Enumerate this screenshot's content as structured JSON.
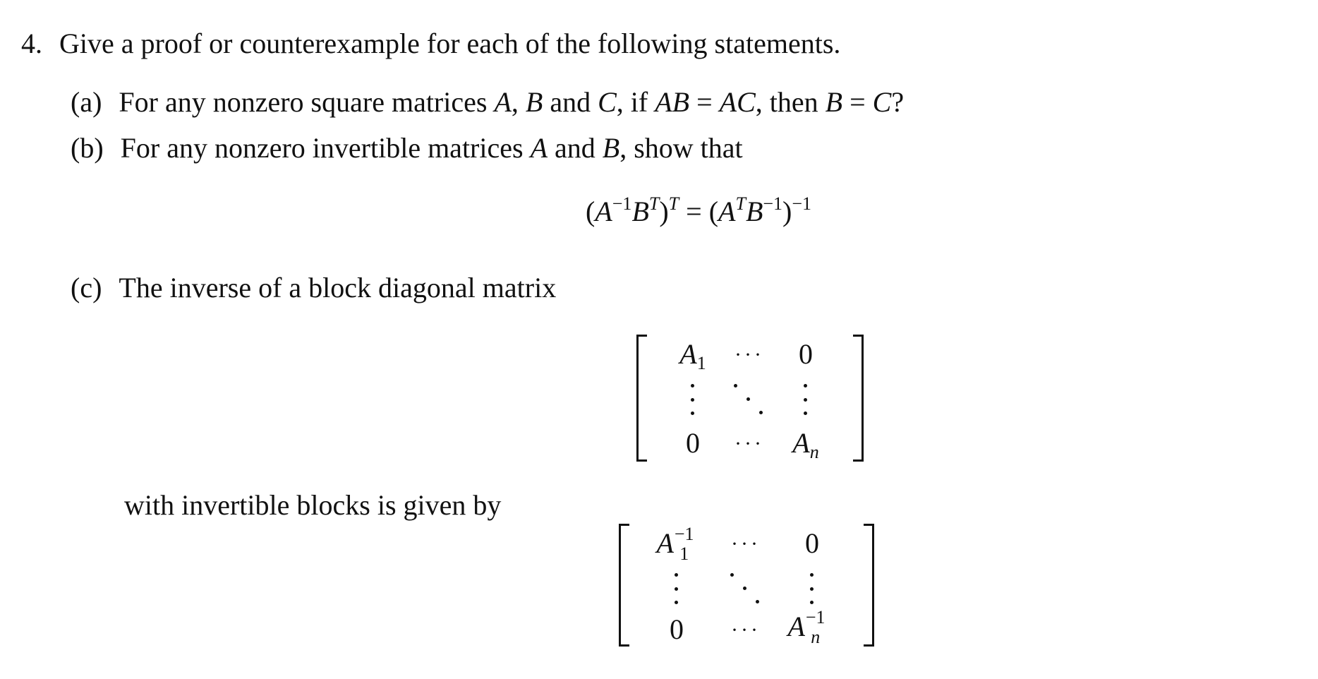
{
  "problem": {
    "number": "4.",
    "prompt": "Give a proof or counterexample for each of the following statements."
  },
  "part_a": {
    "label": "(a)",
    "text_1": "For any nonzero square matrices ",
    "var_A": "A",
    "comma_1": ", ",
    "var_B": "B",
    "text_2": " and ",
    "var_C": "C",
    "text_3": ", if ",
    "expr_lhs": "AB",
    "eq": " = ",
    "expr_rhs": "AC",
    "text_4": ", then ",
    "var_B2": "B",
    "eq2": " = ",
    "var_C2": "C",
    "end": "?"
  },
  "part_b": {
    "label": "(b)",
    "text_1": "For any nonzero invertible matrices ",
    "var_A": "A",
    "text_2": " and ",
    "var_B": "B",
    "text_3": ", show that",
    "equation": {
      "lparen1": "(",
      "A": "A",
      "inv": "−1",
      "B": "B",
      "T": "T",
      "rparen1": ")",
      "T_outer": "T",
      "eq": " = ",
      "lparen2": "(",
      "A2": "A",
      "T2": "T",
      "B2": "B",
      "inv2": "−1",
      "rparen2": ")",
      "inv_outer": "−1"
    }
  },
  "part_c": {
    "label": "(c)",
    "text": "The inverse of a block diagonal matrix",
    "text_2": "with invertible blocks is given by",
    "matrix_1": {
      "r1c1_base": "A",
      "r1c1_sub": "1",
      "r1c2": "···",
      "r1c3": "0",
      "r3c1": "0",
      "r3c2": "···",
      "r3c3_base": "A",
      "r3c3_sub": "n"
    },
    "matrix_2": {
      "r1c1_base": "A",
      "r1c1_sub": "1",
      "r1c1_sup": "−1",
      "r1c2": "···",
      "r1c3": "0",
      "r3c1": "0",
      "r3c2": "···",
      "r3c3_base": "A",
      "r3c3_sub": "n",
      "r3c3_sup": "−1"
    }
  }
}
